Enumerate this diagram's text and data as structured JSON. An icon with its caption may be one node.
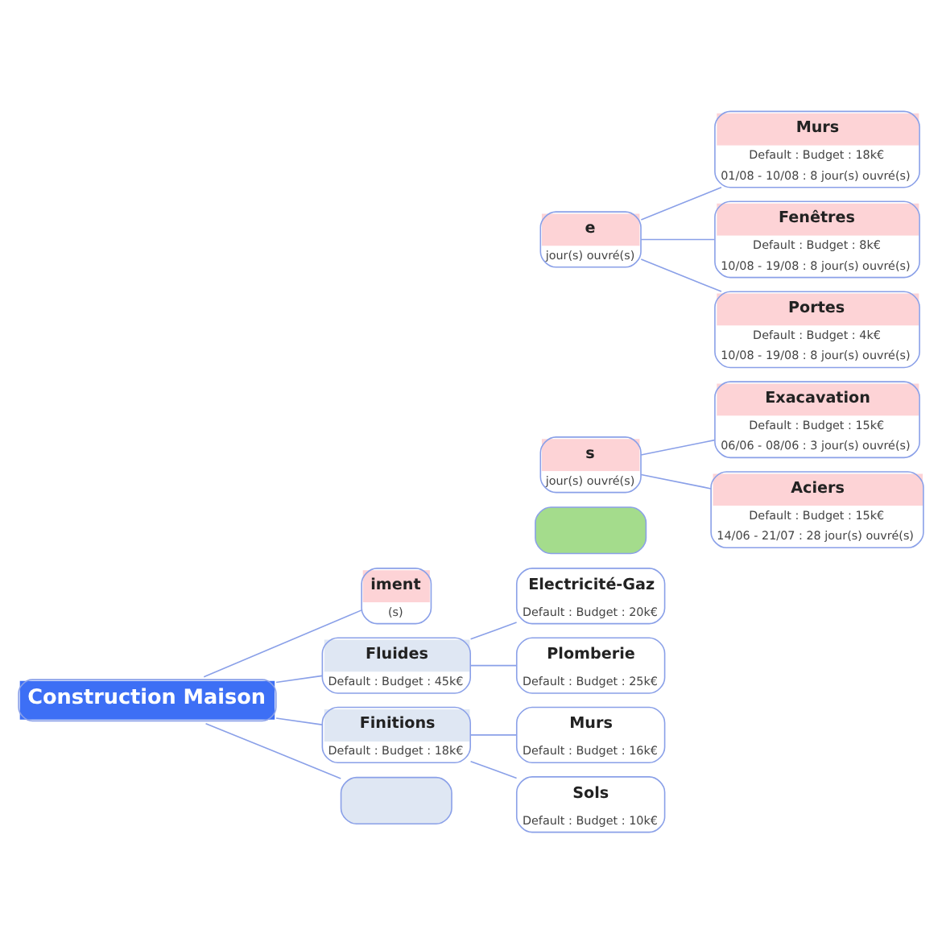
{
  "diagram": {
    "nodes": [
      {
        "text": [
          "Construction Maison"
        ]
      },
      {
        "text": [
          "iment",
          "(s)"
        ]
      },
      {
        "text": [],
        "shape": "box"
      },
      {
        "text": [
          "s",
          "jour(s) ouvré(s)"
        ]
      },
      {
        "text": [
          "Exacavation",
          "Default : Budget : 15k€",
          "06/06 - 08/06 : 3 jour(s) ouvré(s)"
        ]
      },
      {
        "text": [
          "Aciers",
          "Default : Budget : 15k€",
          "14/06 - 21/07 : 28 jour(s) ouvré(s)"
        ]
      },
      {
        "text": [
          "e",
          "jour(s) ouvré(s)"
        ]
      },
      {
        "text": [
          "Murs",
          "Default : Budget : 18k€",
          "01/08 - 10/08 : 8 jour(s) ouvré(s)"
        ]
      },
      {
        "text": [
          "Fenêtres",
          "Default : Budget : 8k€",
          "10/08 - 19/08 : 8 jour(s) ouvré(s)"
        ]
      },
      {
        "text": [
          "Portes",
          "Default : Budget : 4k€",
          "10/08 - 19/08 : 8 jour(s) ouvré(s)"
        ]
      },
      {
        "text": [
          "Fluides",
          "Default : Budget : 45k€"
        ]
      },
      {
        "text": [
          "Electricité-Gaz",
          "Default : Budget : 20k€"
        ]
      },
      {
        "text": [
          "Plomberie",
          "Default : Budget : 25k€"
        ]
      },
      {
        "text": [
          "Finitions",
          "Default : Budget : 18k€"
        ]
      },
      {
        "text": [
          "Murs",
          "Default : Budget : 16k€"
        ]
      },
      {
        "text": [
          "Sols",
          "Default : Budget : 10k€"
        ]
      },
      {
        "text": [],
        "shape": "box"
      }
    ],
    "edges": [
      {
        "from": 0,
        "to": 1,
        "arrow": "none"
      },
      {
        "from": 0,
        "to": 10,
        "arrow": "none"
      },
      {
        "from": 0,
        "to": 13,
        "arrow": "none"
      },
      {
        "from": 0,
        "to": 16,
        "arrow": "none"
      },
      {
        "from": 3,
        "to": 4,
        "arrow": "none"
      },
      {
        "from": 3,
        "to": 5,
        "arrow": "none"
      },
      {
        "from": 6,
        "to": 7,
        "arrow": "none"
      },
      {
        "from": 6,
        "to": 8,
        "arrow": "none"
      },
      {
        "from": 6,
        "to": 9,
        "arrow": "none"
      },
      {
        "from": 10,
        "to": 11,
        "arrow": "none"
      },
      {
        "from": 10,
        "to": 12,
        "arrow": "none"
      },
      {
        "from": 13,
        "to": 14,
        "arrow": "none"
      },
      {
        "from": 13,
        "to": 15,
        "arrow": "none"
      }
    ]
  }
}
